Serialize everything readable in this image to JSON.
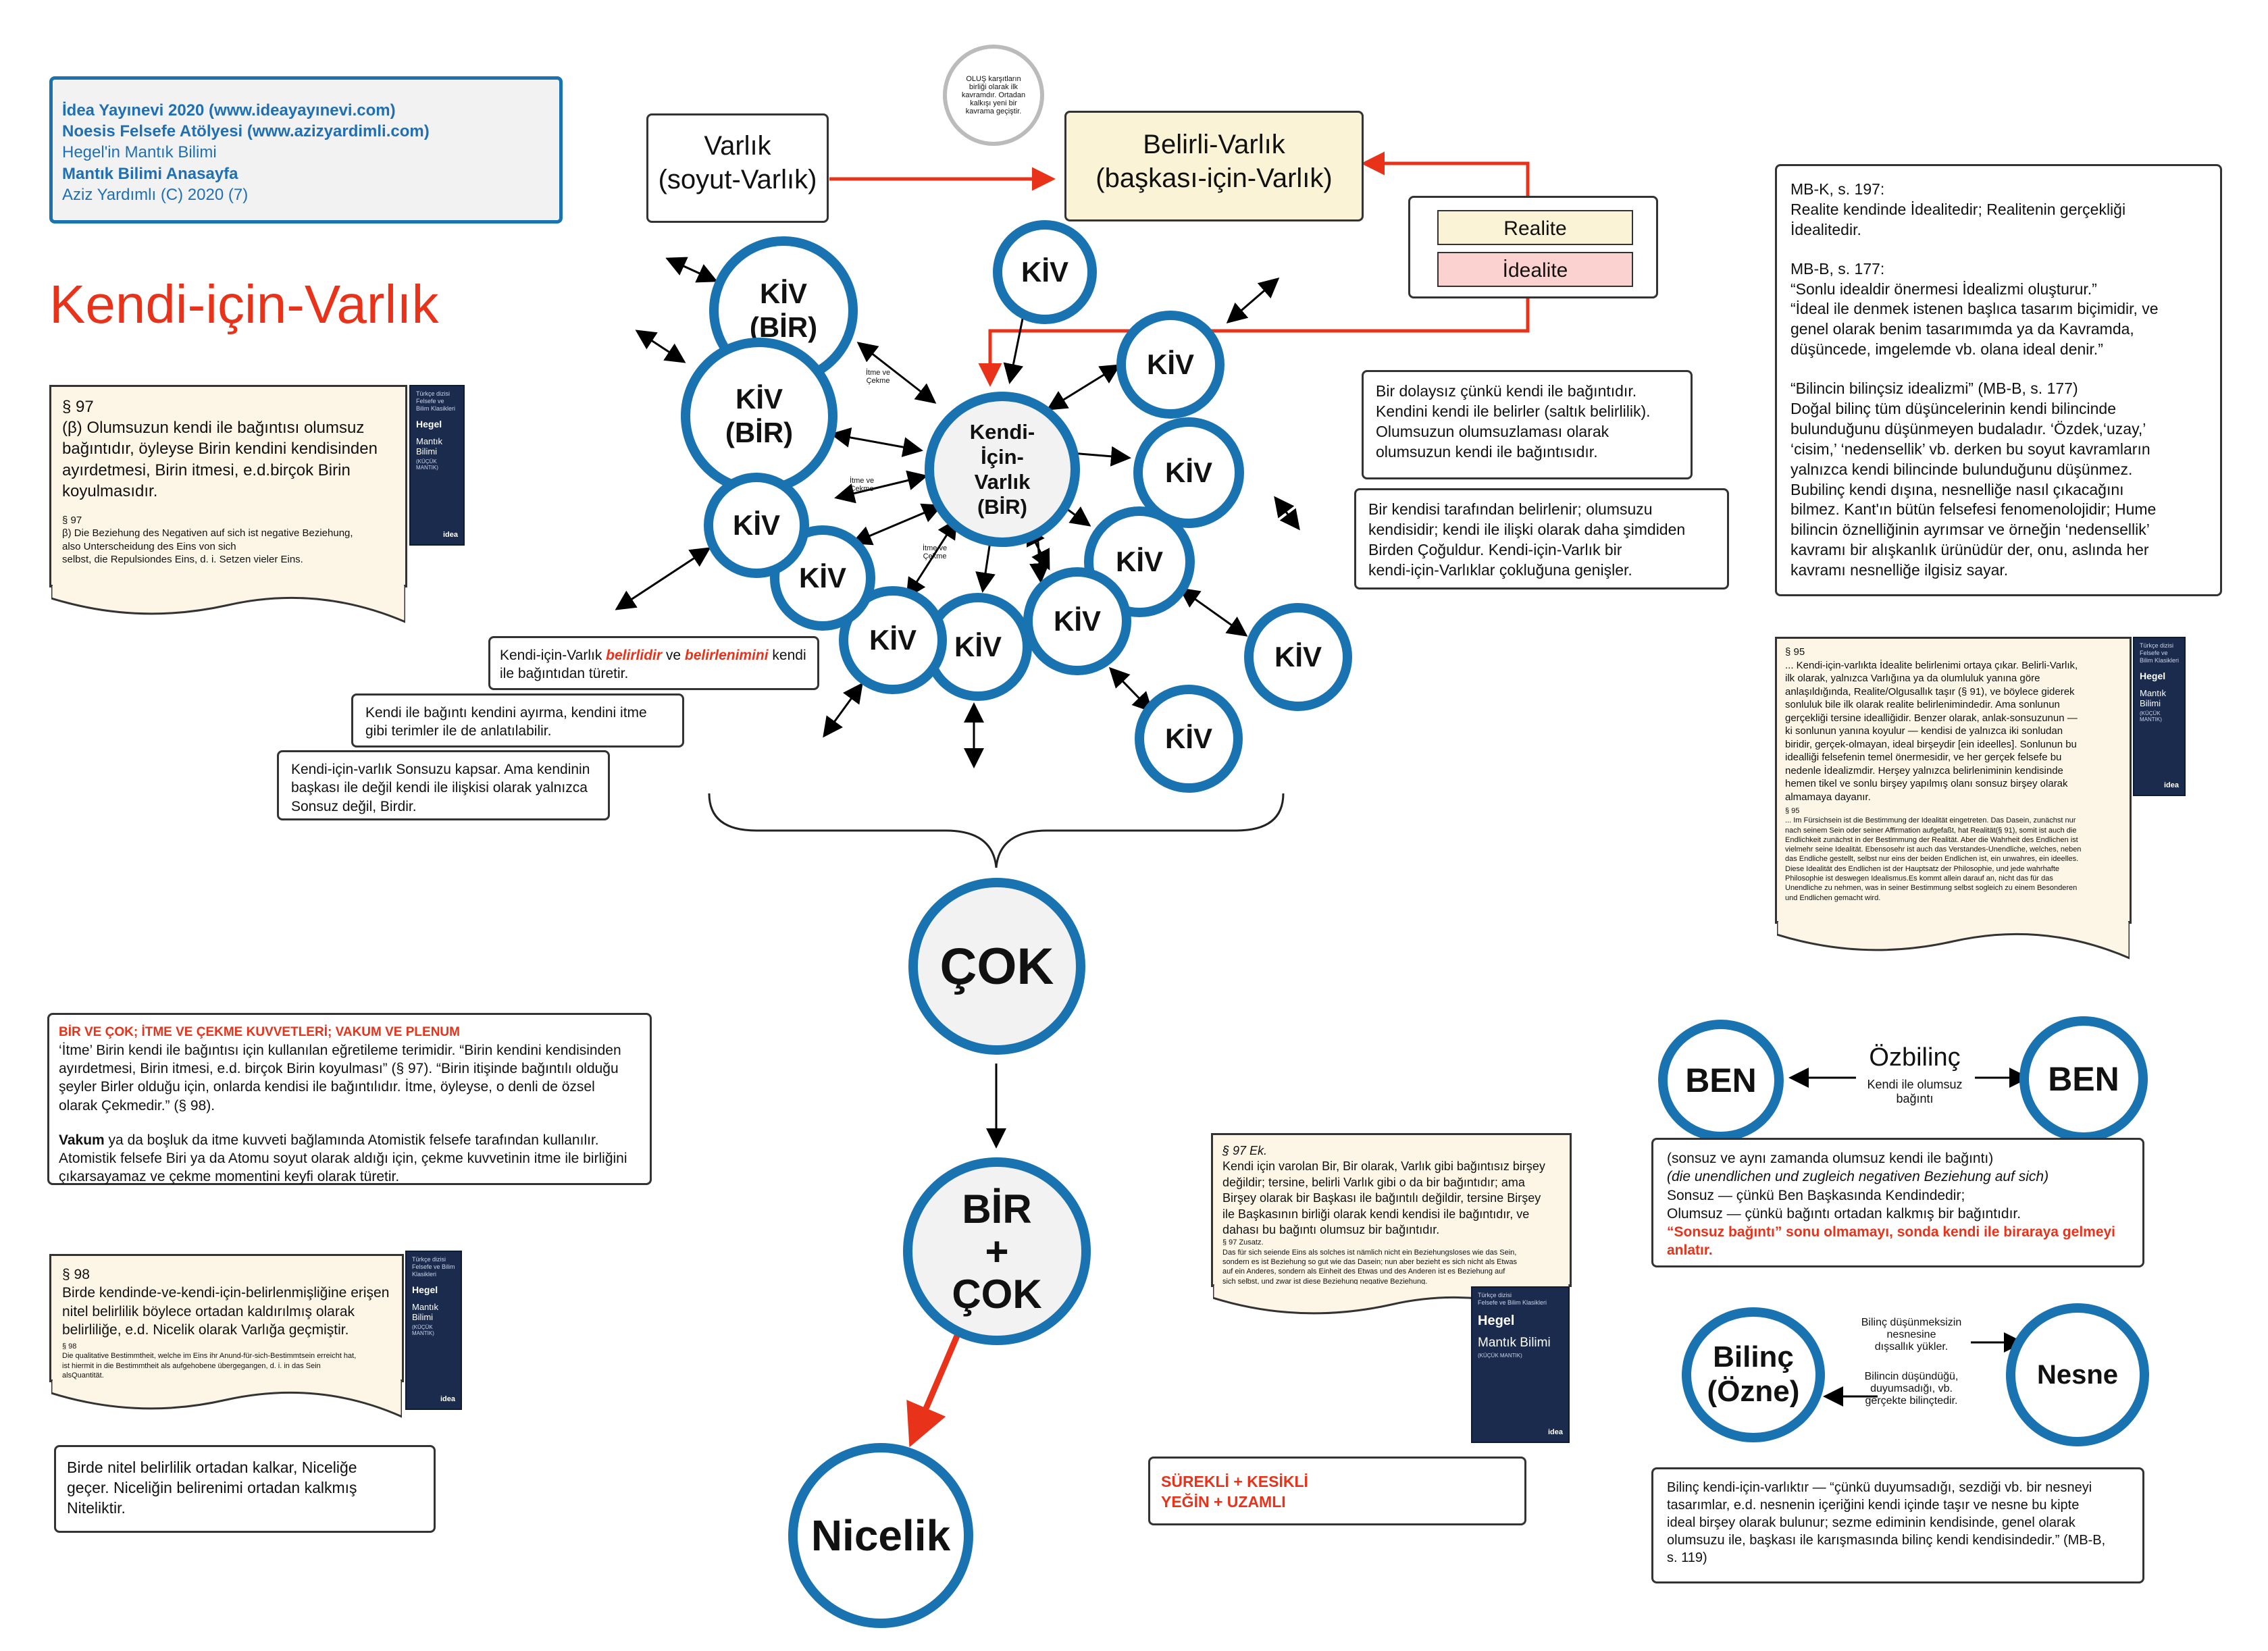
{
  "info": {
    "line1": "İdea Yayınevi 2020 (www.ideayayınevi.com)",
    "line2": "Noesis Felsefe Atölyesi (www.azizyardimli.com)",
    "line3": "Hegel'in Mantık Bilimi",
    "line4": "Mantık Bilimi Anasayfa",
    "line5": "Aziz Yardımlı (C) 2020 (7)"
  },
  "title": "Kendi-için-Varlık",
  "top": {
    "varlik": "Varlık\n(soyut-Varlık)",
    "belirli": "Belirli-Varlık\n(başkası-için-Varlık)",
    "olus_note": "OLUŞ karşıtların birliği olarak ilk kavramdır. Ortadan kalkışı yeni bir kavrama geçiştir.",
    "realite": "Realite",
    "idealite": "İdealite"
  },
  "circles": {
    "kiv": "KİV",
    "kiv_bir": "KİV\n(BİR)",
    "center": "Kendi-\nİçin-\nVarlık\n(BİR)",
    "cok": "ÇOK",
    "bir_cok": "BİR\n+\nÇOK",
    "nicelik": "Nicelik"
  },
  "edge_labels": {
    "itme": "İtme ve\nÇekme"
  },
  "captions": {
    "c1_pre": "Kendi-için-Varlık ",
    "c1_red1": "belirlidir",
    "c1_mid": " ve ",
    "c1_red2": "belirlenimini",
    "c1_post": " kendi\nile bağıntıdan türetir.",
    "c2": "Kendi ile bağıntı kendini ayırma, kendini itme\ngibi terimler ile de anlatılabilir.",
    "c3": "Kendi-için-varlık Sonsuzu kapsar. Ama kendinin\nbaşkası ile değil kendi ile ilişkisi olarak yalnızca\nSonsuz değil, Birdir."
  },
  "right_boxes": {
    "bir1": "Bir dolaysız çünkü kendi ile bağıntıdır.\nKendini kendi ile belirler (saltık belirlilik).\nOlumsuzun olumsuzlaması olarak\nolumsuzun kendi ile bağıntısıdır.",
    "bir2": "Bir kendisi tarafından belirlenir; olumsuzu\nkendisidir; kendi ile ilişki olarak daha şimdiden\nBirden Çoğuldur. Kendi-için-Varlık bir\nkendi-için-Varlıklar çokluğuna genişler."
  },
  "mbk": {
    "p1": "MB-K, s. 197:\nRealite kendinde İdealitedir; Realitenin gerçekliği\nİdealitedir.",
    "p2": "MB-B, s. 177:\n“Sonlu idealdir önermesi İdealizmi oluşturur.”\n“İdeal ile denmek istenen başlıca tasarım biçimidir, ve\ngenel olarak benim tasarımımda ya da Kavramda,\ndüşüncede, imgelemde vb. olana ideal denir.”",
    "p3": "“Bilincin bilinçsiz idealizmi” (MB-B, s. 177)\nDoğal bilinç tüm düşüncelerinin kendi bilincinde\nbulunduğunu düşünmeyen budaladır. ‘Özdek,‘uzay,’\n‘cisim,’ ‘nedensellik’ vb. derken bu soyut kavramların\nyalnızca kendi bilincinde bulunduğunu düşünmez.\nBubilinç kendi dışına, nesnelliğe nasıl çıkacağını\nbilmez. Kant'ın bütün felsefesi fenomenolojidir; Hume\nbilincin öznelliğinin ayrımsar ve örneğin ‘nedensellik’\nkavramı bir alışkanlık ürünüdür der, onu, aslında her\nkavramı nesnelliğe ilgisiz sayar."
  },
  "note97": {
    "head": "§ 97",
    "body": "(β) Olumsuzun kendi ile bağıntısı olumsuz\nbağıntıdır, öyleyse Birin kendini kendisinden\nayırdetmesi, Birin itmesi, e.d.birçok Birin\nkoyulmasıdır.",
    "de": "§ 97\nβ) Die Beziehung des Negativen auf sich ist negative Beziehung,\nalso Unterscheidung des Eins von sich\nselbst, die Repulsiondes Eins, d. i. Setzen vieler Eins."
  },
  "note95": {
    "tr": "§ 95\n... Kendi-için-varlıkta İdealite belirlenimi ortaya çıkar. Belirli-Varlık,\nilk olarak, yalnızca Varlığına ya da olumluluk yanına göre\nanlaşıldığında, Realite/Olgusallık taşır (§ 91), ve böylece giderek\nsonluluk bile ilk olarak realite belirlenimindedir. Ama sonlunun\ngerçekliği tersine idealliğidir. Benzer olarak, anlak-sonsuzunun —\nki sonlunun yanına koyulur — kendisi de yalnızca iki sonludan\nbiridir, gerçek-olmayan, ideal birşeydir [ein ideelles]. Sonlunun bu\nidealliği felsefenin temel önermesidir, ve her gerçek felsefe bu\nnedenle İdealizmdir. Herşey yalnızca belirleniminin kendisinde\nhemen tikel ve sonlu birşey yapılmış olanı sonsuz birşey olarak\nalmamaya dayanır.",
    "de": "§ 95\n... Im Fürsichsein ist die Bestimmung der Idealität eingetreten. Das Dasein, zunächst nur\nnach seinem Sein oder seiner Affirmation aufgefaßt, hat Realität(§ 91), somit ist auch die\nEndlichkeit zunächst in der Bestimmung der Realität. Aber die Wahrheit des Endlichen ist\nvielmehr seine Idealität. Ebensosehr ist auch das Verstandes-Unendliche, welches, neben\ndas Endliche gestellt, selbst nur eins der beiden Endlichen ist, ein unwahres, ein ideelles.\nDiese Idealität des Endlichen ist der Hauptsatz der Philosophie, und jede wahrhafte\nPhilosophie ist deswegen Idealismus.Es kommt allein darauf an, nicht das für das\nUnendliche zu nehmen, was in seiner Bestimmung selbst sogleich zu einem Besonderen\nund Endlichen gemacht wird."
  },
  "itme": {
    "head": "BİR VE ÇOK; İTME VE ÇEKME KUVVETLERİ; VAKUM VE PLENUM",
    "body": "‘İtme’ Birin kendi ile bağıntısı için kullanılan eğretileme terimidir. “Birin kendini kendisinden\nayırdetmesi, Birin itmesi, e.d. birçok Birin koyulması” (§ 97). “Birin itişinde bağıntılı olduğu\nşeyler Birler olduğu için, onlarda kendisi ile bağıntılıdır. İtme, öyleyse, o denli de özsel\nolarak Çekmedir.” (§ 98).",
    "vakum_b": "Vakum",
    "vakum": " ya da boşluk da itme kuvveti bağlamında Atomistik felsefe tarafından kullanılır.\nAtomistik felsefe Biri ya da Atomu soyut olarak aldığı için, çekme kuvvetinin itme ile birliğini\nçıkarsayamaz ve çekme momentini keyfi olarak türetir."
  },
  "note98": {
    "head": "§ 98",
    "body": "Birde kendinde-ve-kendi-için-belirlenmişliğine erişen\nnitel belirlilik böylece ortadan kaldırılmış olarak\nbelirliliğe, e.d. Nicelik olarak Varlığa geçmiştir.",
    "de": "§ 98\nDie qualitative Bestimmtheit, welche im Eins ihr Anund-für-sich-Bestimmtsein erreicht hat,\nist hiermit in die Bestimmtheit als aufgehobene übergegangen, d. i. in das Sein\nalsQuantität."
  },
  "birde": "Birde nitel belirlilik ortadan kalkar, Niceliğe\ngeçer. Niceliğin belirenimi ortadan kalkmış\nNiteliktir.",
  "note97ek": {
    "head": "§ 97 Ek.",
    "body": "Kendi için varolan Bir, Bir olarak, Varlık gibi bağıntısız birşey\ndeğildir; tersine, belirli Varlık gibi o da bir bağıntıdır; ama\nBirşey olarak bir Başkası ile bağıntılı değildir, tersine Birşey\nile Başkasının birliği olarak kendi kendisi ile bağıntıdır, ve\ndahası bu bağıntı olumsuz bir bağıntıdır.",
    "de": "§ 97 Zusatz.\nDas für sich seiende Eins als solches ist nämlich nicht ein Beziehungsloses wie das Sein,\nsondern es ist Beziehung so gut wie das Dasein; nun aber bezieht es sich nicht als Etwas\nauf ein Anderes, sondern als Einheit des Etwas und des Anderen ist es Beziehung auf\nsich selbst, und zwar ist diese Beziehung negative Beziehung."
  },
  "surekli": "SÜREKLİ + KESİKLİ\nYEĞİN + UZAMLI",
  "ben": {
    "left": "BEN",
    "right": "BEN",
    "ozbilinc": "Özbilinç",
    "sub": "Kendi ile olumsuz\nbağıntı"
  },
  "sonsuz": {
    "l1": "(sonsuz ve aynı zamanda olumsuz kendi ile bağıntı)",
    "l2": "(die unendlichen und zugleich negativen Beziehung auf sich)",
    "l3": "Sonsuz — çünkü Ben Başkasında Kendindedir;",
    "l4": "Olumsuz — çünkü bağıntı ortadan kalkmış bir bağıntıdır.",
    "red": "“Sonsuz bağıntı” sonu olmamayı, sonda kendi ile biraraya gelmeyi\nanlatır."
  },
  "bilinc": {
    "left": "Bilinç\n(Özne)",
    "right": "Nesne",
    "top": "Bilinç düşünmeksizin\nnesnesine\ndışsallık yükler.",
    "bottom": "Bilincin düşündüğü,\nduyumsadığı, vb.\ngerçekte bilinçtedir."
  },
  "bilinc_note": "Bilinç kendi-için-varlıktır   — “çünkü duyumsadığı, sezdiği vb. bir nesneyi\ntasarımlar, e.d. nesnenin içeriğini kendi içinde taşır ve nesne bu kipte\nideal birşey olarak bulunur; sezme ediminin kendisinde, genel olarak\nolumsuzu ile, başkası ile karışmasında bilinç kendi kendisindedir.” (MB-B,\ns. 119)",
  "book": {
    "series": "Türkçe dizisi\nFelsefe ve Bilim Klasikleri",
    "author": "Hegel",
    "title": "Mantık Bilimi",
    "subtitle": "(KÜÇÜK MANTIK)",
    "publisher": "idea"
  },
  "colors": {
    "circle_border": "#1a73b1",
    "accent_red": "#e8321a",
    "realite": "#fbf3d5",
    "idealite": "#fbd2cf",
    "note_bg": "#fdf5e6",
    "book": "#1b2b4e"
  }
}
